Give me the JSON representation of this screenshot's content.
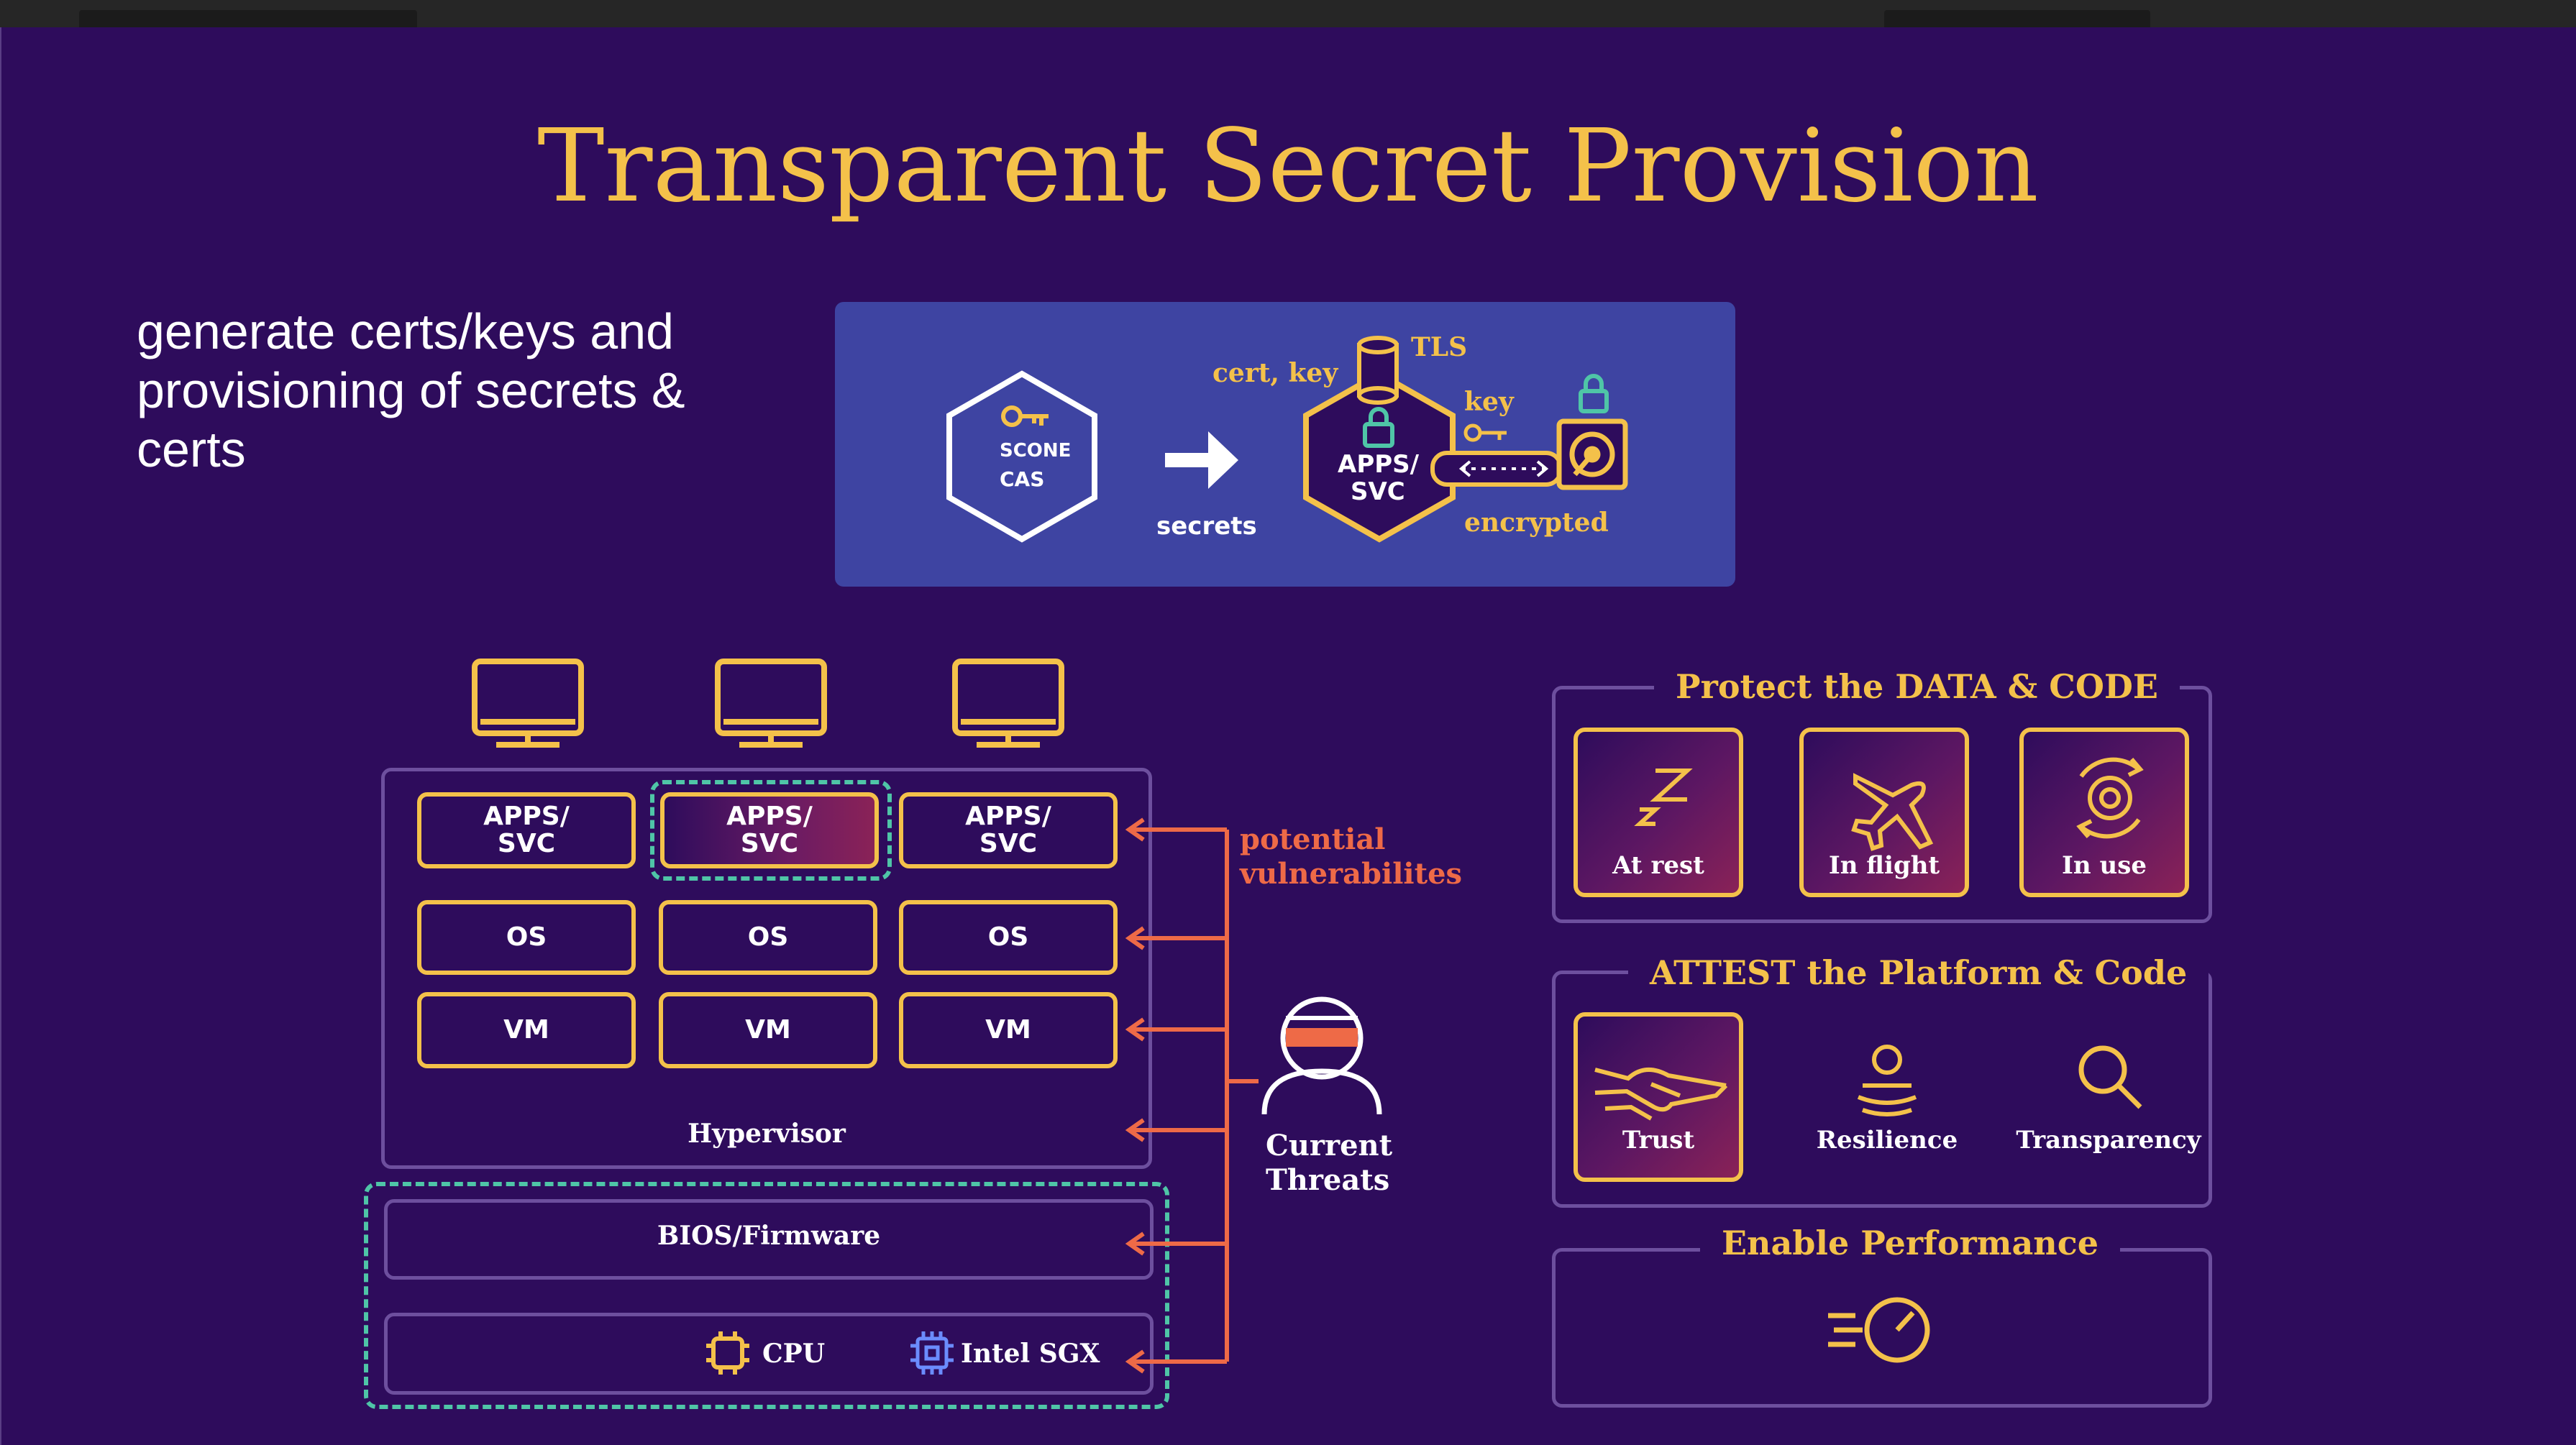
{
  "slide": {
    "title": "Transparent Secret Provision",
    "subtitle": "generate certs/keys and provisioning of secrets & certs"
  },
  "provision_diagram": {
    "cas_brand": "SCONE",
    "cas_label": "CAS",
    "arrow_label": "secrets",
    "cert_key_label": "cert, key",
    "tls_label": "TLS",
    "key_label": "key",
    "apps_label_1": "APPS/",
    "apps_label_2": "SVC",
    "encrypted_label": "encrypted"
  },
  "stack": {
    "apps": [
      "APPS/\nSVC",
      "APPS/\nSVC",
      "APPS/\nSVC"
    ],
    "os": [
      "OS",
      "OS",
      "OS"
    ],
    "vm": [
      "VM",
      "VM",
      "VM"
    ],
    "hypervisor": "Hypervisor",
    "bios": "BIOS/Firmware",
    "cpu": "CPU",
    "sgx": "Intel SGX"
  },
  "threats": {
    "vulnerabilities_label": "potential\nvulnerabilites",
    "threat_label": "Current\nThreats"
  },
  "protect_panel": {
    "title": "Protect the DATA & CODE",
    "items": [
      {
        "label": "At rest",
        "icon": "sleep-z-icon"
      },
      {
        "label": "In flight",
        "icon": "airplane-icon"
      },
      {
        "label": "In use",
        "icon": "gear-cycle-icon"
      }
    ]
  },
  "attest_panel": {
    "title": "ATTEST the Platform & Code",
    "items": [
      {
        "label": "Trust",
        "icon": "handshake-icon"
      },
      {
        "label": "Resilience",
        "icon": "person-resilience-icon"
      },
      {
        "label": "Transparency",
        "icon": "magnifier-icon"
      }
    ]
  },
  "performance_panel": {
    "title": "Enable Performance",
    "icon": "speedometer-icon"
  },
  "colors": {
    "background": "#2e0c5c",
    "accent_yellow": "#f4c14a",
    "diagram_blue": "#3e44a2",
    "threat_orange": "#ee6a47",
    "dashed_teal": "#4fc5a7"
  }
}
